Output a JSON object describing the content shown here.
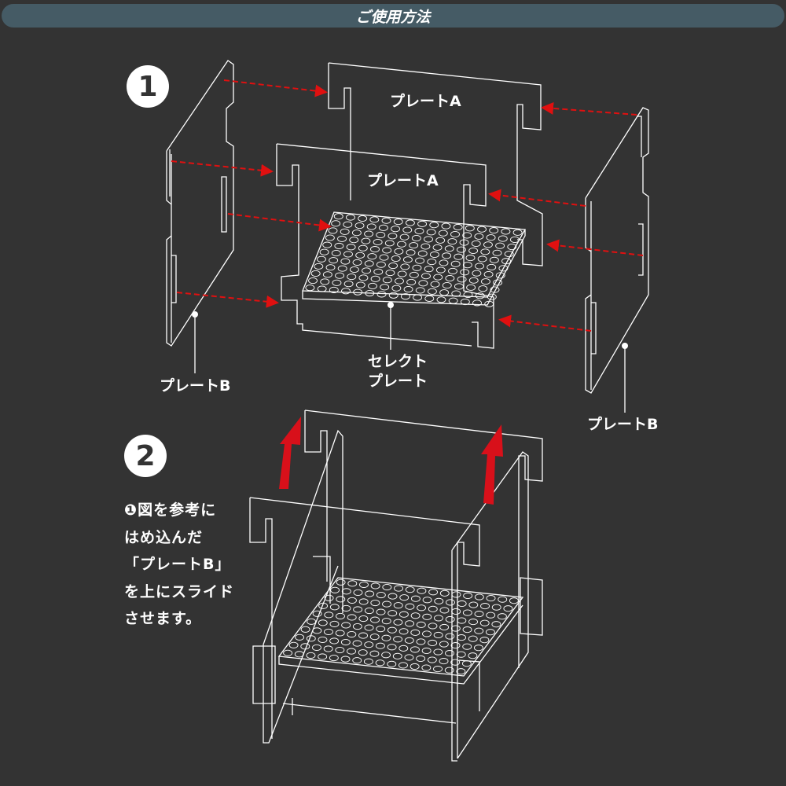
{
  "header": {
    "title": "ご使用方法"
  },
  "steps": [
    {
      "number": "1"
    },
    {
      "number": "2"
    }
  ],
  "labels": {
    "plate_a_back": "プレートA",
    "plate_a_front": "プレートA",
    "select_plate_line1": "セレクト",
    "select_plate_line2": "プレート",
    "plate_b_left": "プレートB",
    "plate_b_right": "プレートB"
  },
  "instruction": {
    "lines": [
      "❶図を参考に",
      "はめ込んだ",
      "「プレートB」",
      "を上にスライド",
      "させます。"
    ]
  },
  "colors": {
    "background": "#333333",
    "header": "#455b65",
    "arrow": "#e01010",
    "line": "#ffffff"
  }
}
